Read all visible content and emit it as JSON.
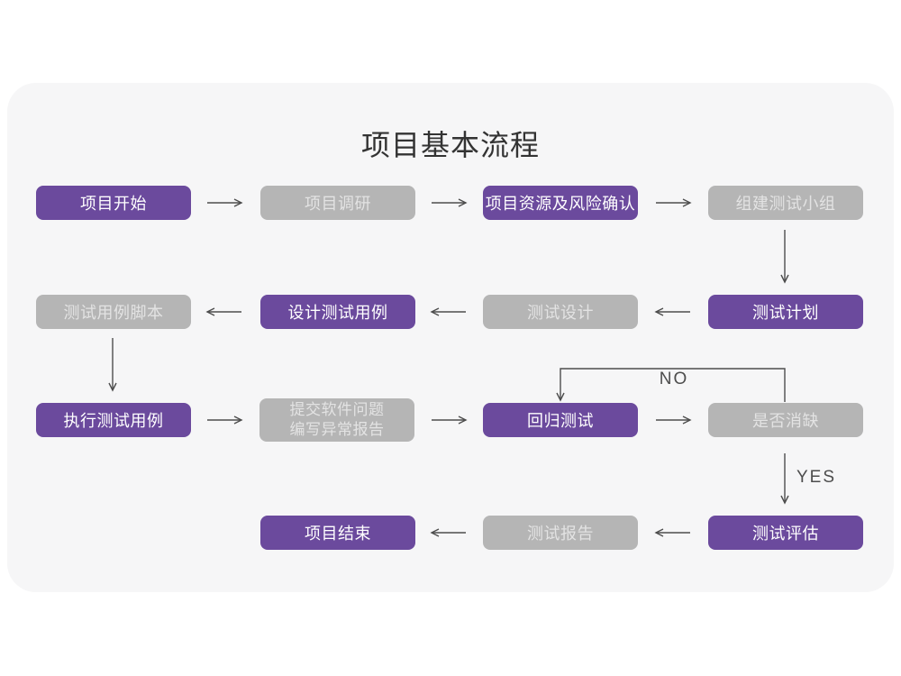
{
  "title": "项目基本流程",
  "colors": {
    "purple": "#6b4a9d",
    "node_gray": "#b5b5b5",
    "arrow": "#4d4d4d",
    "title_text": "#333333",
    "text_on_purple": "#ffffff",
    "text_on_gray": "#e3e3e3",
    "card_bg": "#f6f6f7",
    "page_bg": "#ffffff"
  },
  "nodes": {
    "project_start": {
      "label": "项目开始"
    },
    "project_research": {
      "label": "项目调研"
    },
    "resources_risk": {
      "label": "项目资源及风险确认"
    },
    "build_test_team": {
      "label": "组建测试小组"
    },
    "test_plan": {
      "label": "测试计划"
    },
    "test_design": {
      "label": "测试设计"
    },
    "design_test_cases": {
      "label": "设计测试用例"
    },
    "test_case_scripts": {
      "label": "测试用例脚本"
    },
    "execute_test_cases": {
      "label": "执行测试用例"
    },
    "submit_issue_report": {
      "label": "提交软件问题\n编写异常报告"
    },
    "regression_test": {
      "label": "回归测试"
    },
    "defect_resolved": {
      "label": "是否消缺"
    },
    "test_evaluation": {
      "label": "测试评估"
    },
    "test_report": {
      "label": "测试报告"
    },
    "project_end": {
      "label": "项目结束"
    }
  },
  "edge_labels": {
    "no": "NO",
    "yes": "YES"
  }
}
